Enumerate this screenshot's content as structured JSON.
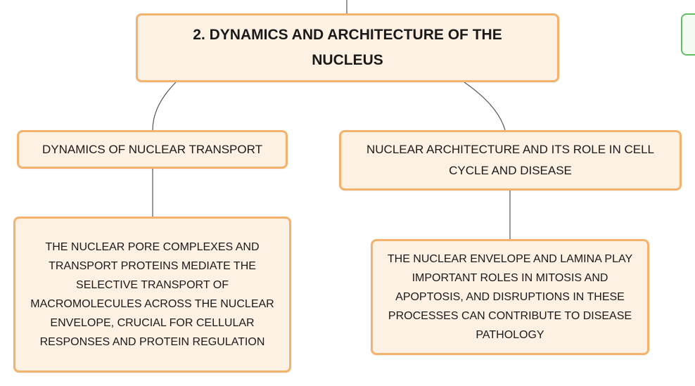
{
  "diagram": {
    "root": {
      "label": "2. DYNAMICS AND ARCHITECTURE OF THE NUCLEUS"
    },
    "left_branch": {
      "label": "DYNAMICS OF NUCLEAR TRANSPORT",
      "detail": "THE NUCLEAR PORE COMPLEXES AND TRANSPORT PROTEINS MEDIATE THE SELECTIVE TRANSPORT OF MACROMOLECULES ACROSS THE NUCLEAR ENVELOPE, CRUCIAL FOR CELLULAR RESPONSES AND PROTEIN REGULATION"
    },
    "right_branch": {
      "label": "NUCLEAR ARCHITECTURE AND ITS ROLE IN CELL CYCLE AND DISEASE",
      "detail": "THE NUCLEAR ENVELOPE AND LAMINA PLAY IMPORTANT ROLES IN MITOSIS AND APOPTOSIS, AND DISRUPTIONS IN THESE PROCESSES CAN CONTRIBUTE TO DISEASE PATHOLOGY"
    }
  },
  "colors": {
    "node_fill": "#fdf1e4",
    "node_border": "#f3b36c",
    "connector": "#555555",
    "side_node_border": "#5fbf62"
  }
}
